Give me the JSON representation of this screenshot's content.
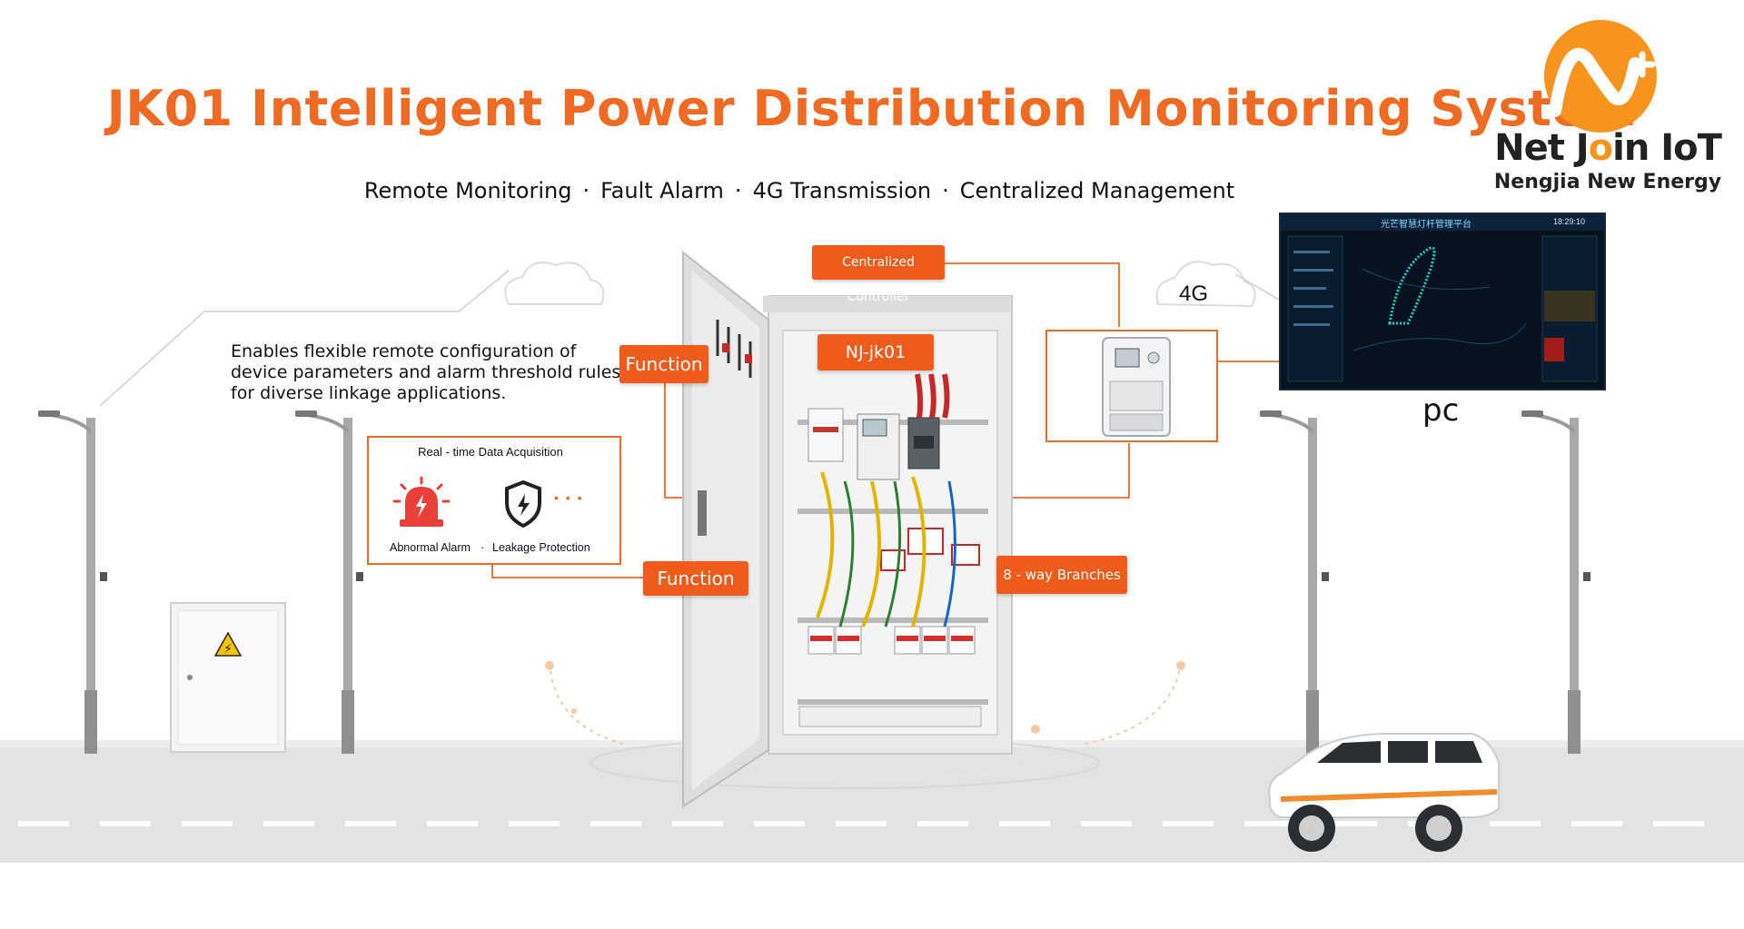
{
  "title": "JK01 Intelligent Power Distribution Monitoring System",
  "features": [
    "Remote Monitoring",
    "Fault Alarm",
    "4G Transmission",
    "Centralized Management"
  ],
  "feature_separator": "·",
  "logo": {
    "brand_part1": "Net J",
    "brand_o": "o",
    "brand_part2": "in IoT",
    "subtitle": "Nengjia New Energy"
  },
  "description": "Enables flexible remote configuration of device parameters and alarm threshold rules for diverse linkage applications.",
  "tags": {
    "controller": "Centralized Controller",
    "function_top": "Function",
    "model": "NJ-jk01",
    "function_bottom": "Function",
    "branches": "8 - way Branches"
  },
  "function_box": {
    "title": "Real - time Data Acquisition",
    "alarm_label": "Abnormal Alarm",
    "separator": "·",
    "leakage_label": "Leakage Protection",
    "more": "• • •"
  },
  "network_label": "4G",
  "pc_label": "pc",
  "screen": {
    "header": "光芒智慧灯杆管理平台",
    "time": "18:29:10"
  },
  "colors": {
    "accent": "#ef5b1a",
    "title": "#ef6a22",
    "logo_orange": "#f7941d",
    "road": "#e3e3e3",
    "screen_bg": "#06121f"
  }
}
